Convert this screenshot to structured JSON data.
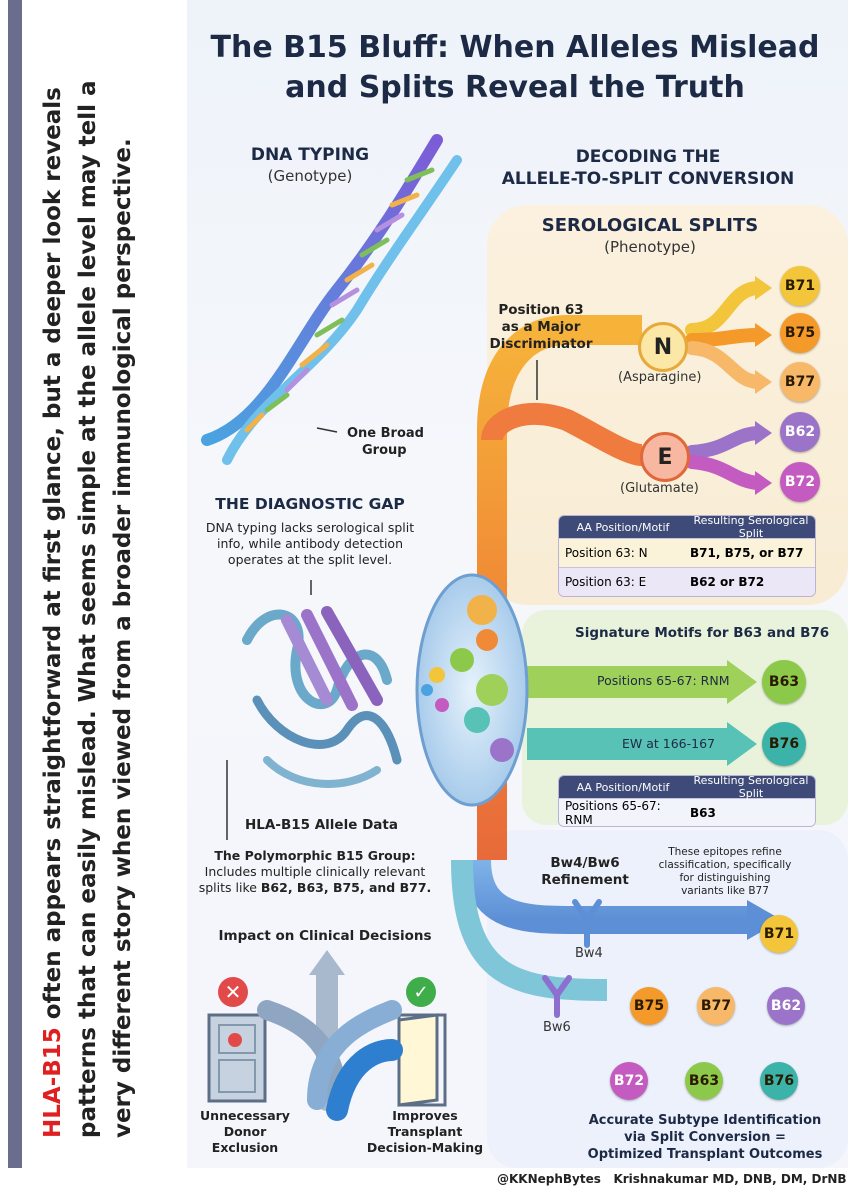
{
  "side_text": {
    "highlight": "HLA-B15",
    "body": " often appears straightforward at first glance, but a deeper look reveals patterns that can easily mislead. What seems simple at the allele level may tell a very different story when viewed from a broader immunological perspective."
  },
  "title": {
    "line1": "The B15 Bluff: When Alleles Mislead",
    "line2": "and Splits Reveal the Truth"
  },
  "dna": {
    "heading": "DNA TYPING",
    "sub": "(Genotype)",
    "callout1": "One Broad",
    "callout2": "Group"
  },
  "decoding": {
    "line1": "DECODING THE",
    "line2": "ALLELE-TO-SPLIT CONVERSION"
  },
  "serological": {
    "heading": "SEROLOGICAL SPLITS",
    "sub": "(Phenotype)"
  },
  "position63": {
    "line1": "Position 63",
    "line2": "as a Major",
    "line3": "Discriminator"
  },
  "n_node": {
    "letter": "N",
    "label": "(Asparagine)"
  },
  "e_node": {
    "letter": "E",
    "label": "(Glutamate)"
  },
  "split_badges": [
    "B71",
    "B75",
    "B77",
    "B62",
    "B72"
  ],
  "table1": {
    "headers": [
      "AA Position/Motif",
      "Resulting Serological Split"
    ],
    "rows": [
      {
        "motif": "Position 63: N",
        "split": "B71, B75, or B77"
      },
      {
        "motif": "Position 63: E",
        "split": "B62 or B72"
      }
    ]
  },
  "gap": {
    "heading": "THE DIAGNOSTIC GAP",
    "line1": "DNA typing lacks serological split",
    "line2": "info, while antibody detection",
    "line3": "operates at the split level."
  },
  "signature": {
    "heading": "Signature Motifs for B63 and B76",
    "arrow1": "Positions 65-67: RNM",
    "arrow2": "EW at 166-167",
    "badge1": "B63",
    "badge2": "B76"
  },
  "table2": {
    "headers": [
      "AA Position/Motif",
      "Resulting Serological Split"
    ],
    "rows": [
      {
        "motif": "Positions 65-67: RNM",
        "split": "B63"
      }
    ]
  },
  "allele": {
    "label": "HLA-B15 Allele Data"
  },
  "polymorphic": {
    "line1": "The Polymorphic B15 Group:",
    "line2": "Includes multiple clinically relevant",
    "line3a": "splits like ",
    "line3b": "B62, B63, B75, and B77."
  },
  "bw": {
    "heading1": "Bw4/Bw6",
    "heading2": "Refinement",
    "note1": "These epitopes refine",
    "note2": "classification, specifically",
    "note3": "for distinguishing",
    "note4": "variants like B77",
    "bw4": "Bw4",
    "bw6": "Bw6"
  },
  "antibodies": [
    {
      "label": "B71",
      "color": "#f2c53a"
    },
    {
      "label": "B75",
      "color": "#f39a2a"
    },
    {
      "label": "B77",
      "color": "#f7b86a"
    },
    {
      "label": "B62",
      "color": "#9b74c9"
    },
    {
      "label": "B72",
      "color": "#c45bc0"
    },
    {
      "label": "B63",
      "color": "#8cc94a"
    },
    {
      "label": "B76",
      "color": "#3bb3a8"
    }
  ],
  "impact": {
    "heading": "Impact on Clinical Decisions"
  },
  "outcomes": {
    "bad1": "Unnecessary",
    "bad2": "Donor",
    "bad3": "Exclusion",
    "good1": "Improves",
    "good2": "Transplant",
    "good3": "Decision-Making"
  },
  "accurate": {
    "line1": "Accurate Subtype Identification",
    "line2": "via Split Conversion =",
    "line3": "Optimized Transplant Outcomes"
  },
  "credit": {
    "handle": "@KKNephBytes",
    "author": "Krishnakumar MD, DNB, DM, DrNB"
  },
  "colors": {
    "accent_red": "#e02020",
    "navy": "#1d2a45",
    "orange": "#f39a2a",
    "purple": "#9b74c9",
    "green": "#8cc94a",
    "teal": "#3bb3a8"
  }
}
